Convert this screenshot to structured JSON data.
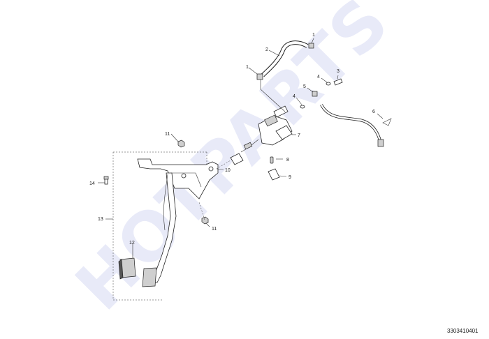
{
  "watermark": "HOTPARTS",
  "drawing_number": "3303410401",
  "callouts": {
    "c1a": "1",
    "c1b": "1",
    "c2": "2",
    "c3": "3",
    "c4a": "4",
    "c4b": "4",
    "c5": "5",
    "c6": "6",
    "c7": "7",
    "c8": "8",
    "c9": "9",
    "c10": "10",
    "c11a": "11",
    "c11b": "11",
    "c12": "12",
    "c13": "13",
    "c14": "14"
  }
}
